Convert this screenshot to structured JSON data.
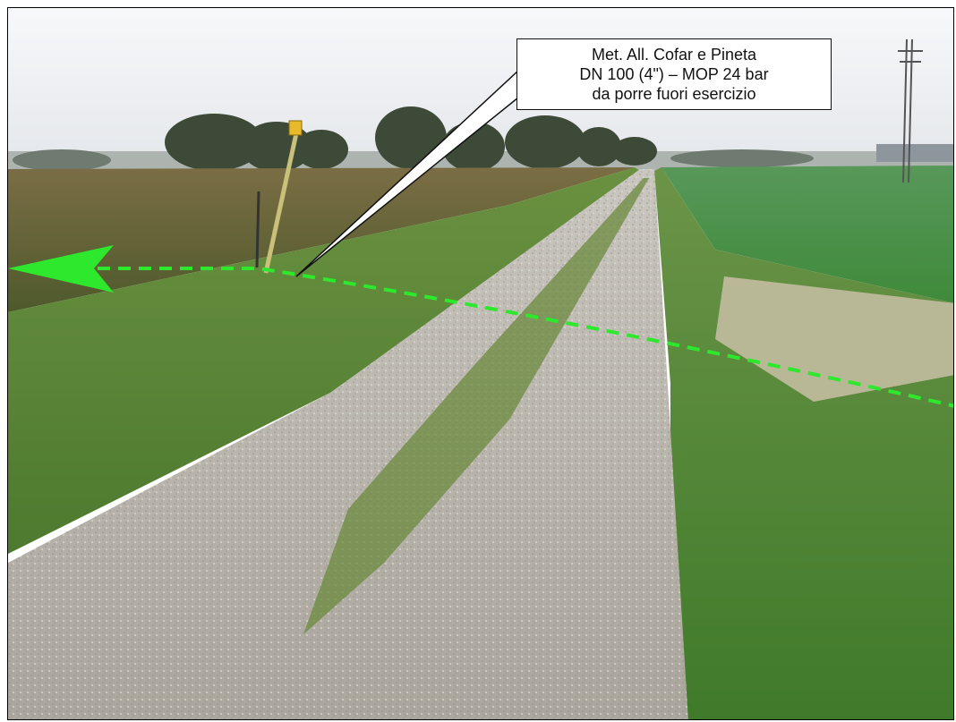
{
  "annotation": {
    "line1": "Met. All. Cofar e Pineta",
    "line2": "DN  100  (4\")  –  MOP  24  bar",
    "line3": "da  porre  fuori esercizio"
  },
  "route_marker": {
    "color": "#2ee82e",
    "direction": "left",
    "style": "dashed"
  },
  "scene": {
    "sky_color": "#eceef1",
    "road_color": "#b9b6ae",
    "grass_color": "#5f8a3a",
    "field_left_color": "#6d6238",
    "field_right_color": "#4f8d3f"
  },
  "icons": [
    "arrow-left-icon",
    "marker-post-icon",
    "power-pylon-icon"
  ]
}
